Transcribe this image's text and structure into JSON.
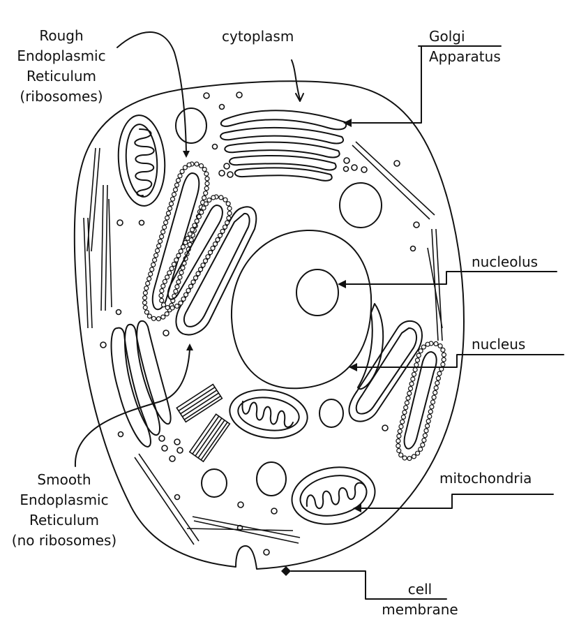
{
  "labels": {
    "rough_er": [
      "Rough",
      "Endoplasmic",
      "Reticulum",
      "(ribosomes)"
    ],
    "cytoplasm": "cytoplasm",
    "golgi": [
      "Golgi",
      "Apparatus"
    ],
    "nucleolus": "nucleolus",
    "nucleus": "nucleus",
    "mitochondria": "mitochondria",
    "smooth_er": [
      "Smooth",
      "Endoplasmic",
      "Reticulum",
      "(no ribosomes)"
    ],
    "cell_membrane": [
      "cell",
      "membrane"
    ]
  }
}
